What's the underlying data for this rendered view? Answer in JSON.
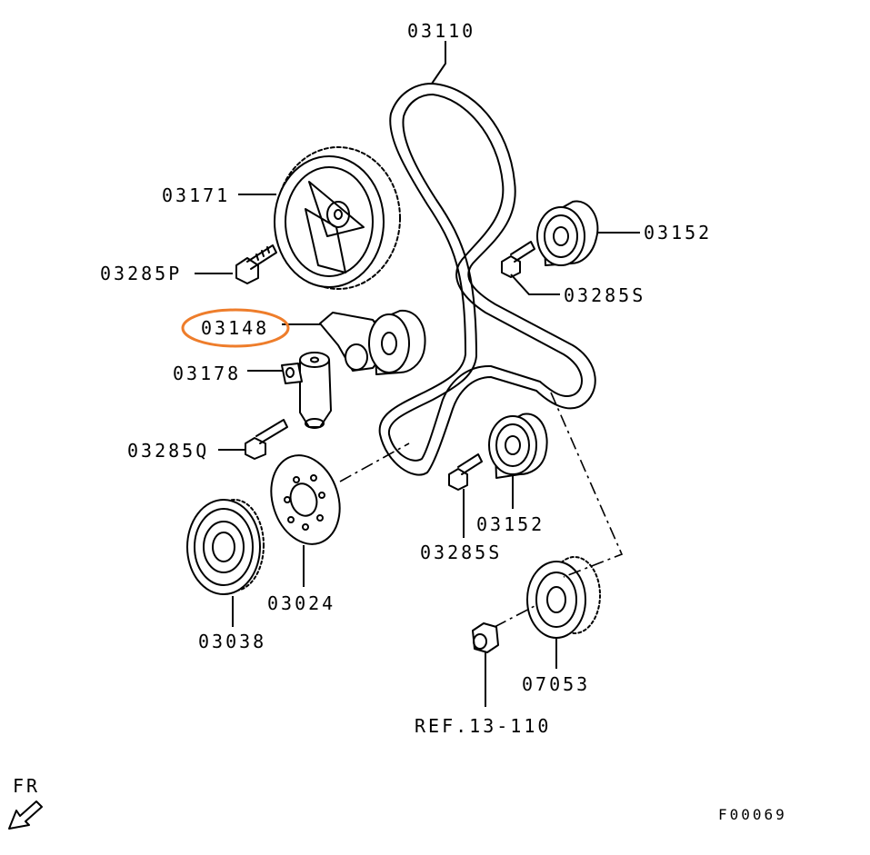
{
  "parts": {
    "belt": "03110",
    "camshaft_sprocket": "03171",
    "idler_pulley_upper": "03152",
    "idler_pulley_lower": "03152",
    "bolt_p": "03285P",
    "bolt_s_upper": "03285S",
    "bolt_s_lower": "03285S",
    "tensioner": "03148",
    "auto_tensioner": "03178",
    "bolt_q": "03285Q",
    "flange": "03024",
    "crankshaft_sprocket": "03038",
    "balance_sprocket": "07053",
    "reference": "REF.13-110"
  },
  "highlight_color": "#ee7d2b",
  "direction_label": "FR",
  "figure_code": "F00069",
  "icons": {
    "direction": "arrow-down-left-icon"
  }
}
